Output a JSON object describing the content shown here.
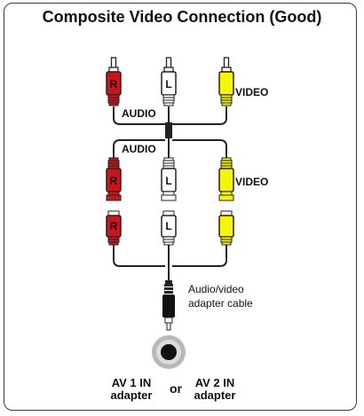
{
  "title": "Composite Video Connection (Good)",
  "labels": {
    "audio_top": "AUDIO",
    "video_top": "VIDEO",
    "audio_mid": "AUDIO",
    "video_mid": "VIDEO",
    "cable_line1": "Audio/video",
    "cable_line2": "adapter cable",
    "av1_line1": "AV 1 IN",
    "av1_line2": "adapter",
    "or": "or",
    "av2_line1": "AV 2 IN",
    "av2_line2": "adapter"
  },
  "plugs": {
    "red_letter": "R",
    "white_letter": "L",
    "yellow_letter": ""
  },
  "colors": {
    "red": "#c8161d",
    "white": "#ffffff",
    "yellow": "#f7f500",
    "cable": "#222222",
    "frame": "#3a3a3a"
  }
}
